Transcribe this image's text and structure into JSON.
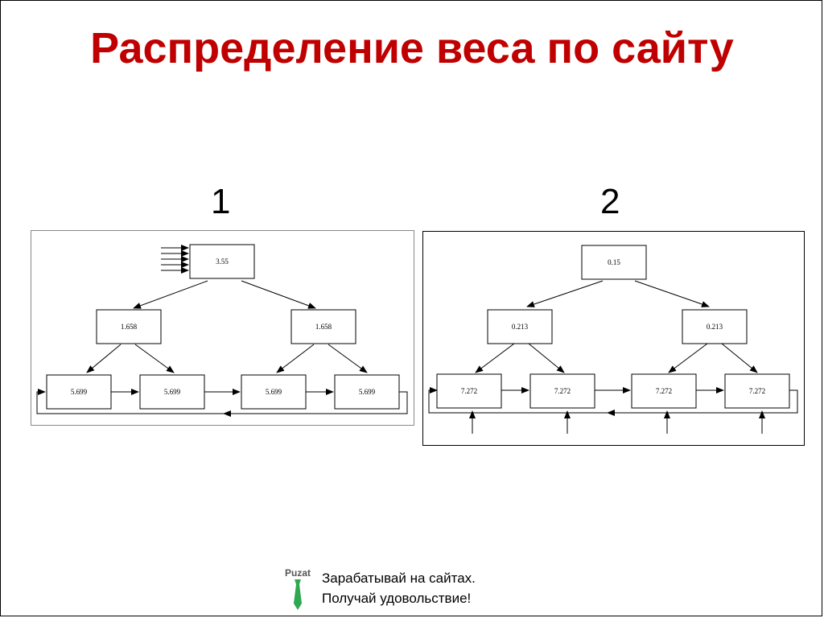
{
  "slide": {
    "title": "Распределение веса по сайту"
  },
  "diagrams": [
    {
      "label": "1",
      "top_value": "3.55",
      "mid_values": [
        "1.658",
        "1.658"
      ],
      "bottom_values": [
        "5.699",
        "5.699",
        "5.699",
        "5.699"
      ]
    },
    {
      "label": "2",
      "top_value": "0.15",
      "mid_values": [
        "0.213",
        "0.213"
      ],
      "bottom_values": [
        "7.272",
        "7.272",
        "7.272",
        "7.272"
      ]
    }
  ],
  "footer": {
    "logo_text": "Puzat",
    "line1": "Зарабатывай на сайтах.",
    "line2": "Получай удовольствие!"
  },
  "colors": {
    "title": "#c00000",
    "logo_text": "#555555",
    "logo_tie": "#2fa84f"
  }
}
